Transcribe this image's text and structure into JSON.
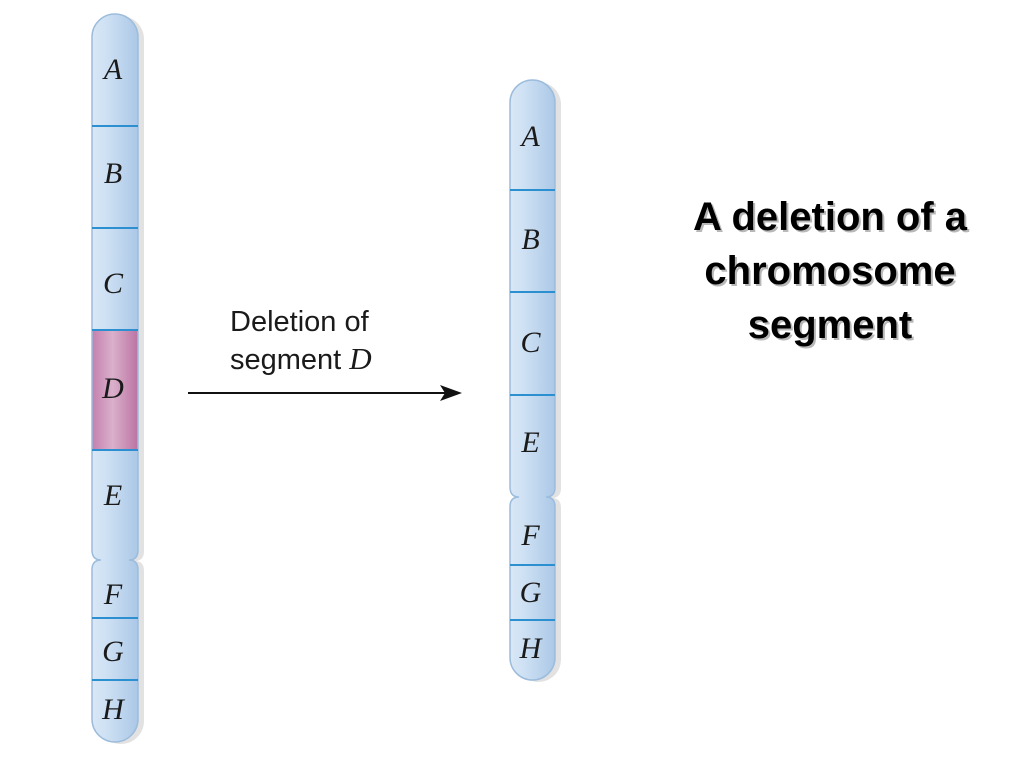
{
  "colors": {
    "segment_fill": "#c7dcf1",
    "segment_edge": "#8fb2d6",
    "divider": "#2b8fd0",
    "deleted_segment": "#c98ab4",
    "arrow": "#111111"
  },
  "original_chromosome": {
    "segments": [
      "A",
      "B",
      "C",
      "D",
      "E",
      "F",
      "G",
      "H"
    ],
    "highlighted_segment": "D"
  },
  "arrow": {
    "label_line1": "Deletion of",
    "label_line2_prefix": "segment ",
    "label_line2_italic": "D"
  },
  "result_chromosome": {
    "segments": [
      "A",
      "B",
      "C",
      "E",
      "F",
      "G",
      "H"
    ]
  },
  "caption": {
    "line1": "A deletion of a",
    "line2": "chromosome",
    "line3": "segment"
  }
}
